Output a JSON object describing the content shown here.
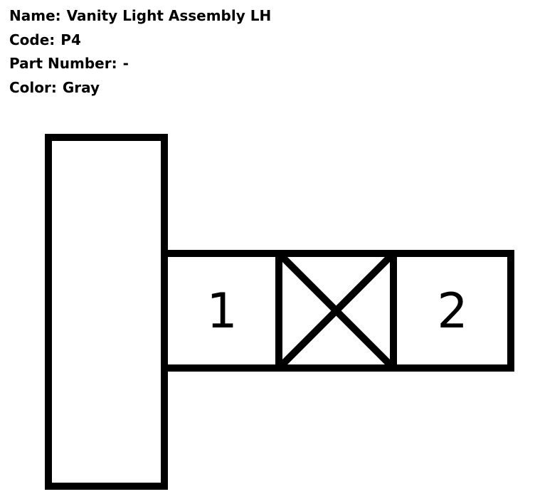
{
  "connector": {
    "name_label": "Name:",
    "name_value": "Vanity Light Assembly LH",
    "code_label": "Code:",
    "code_value": "P4",
    "part_number_label": "Part Number:",
    "part_number_value": "-",
    "color_label": "Color:",
    "color_value": "Gray"
  },
  "pins": [
    {
      "label": "1"
    },
    {
      "label": ""
    },
    {
      "label": "2"
    }
  ],
  "colors": {
    "stroke": "#000000",
    "background": "#ffffff"
  }
}
